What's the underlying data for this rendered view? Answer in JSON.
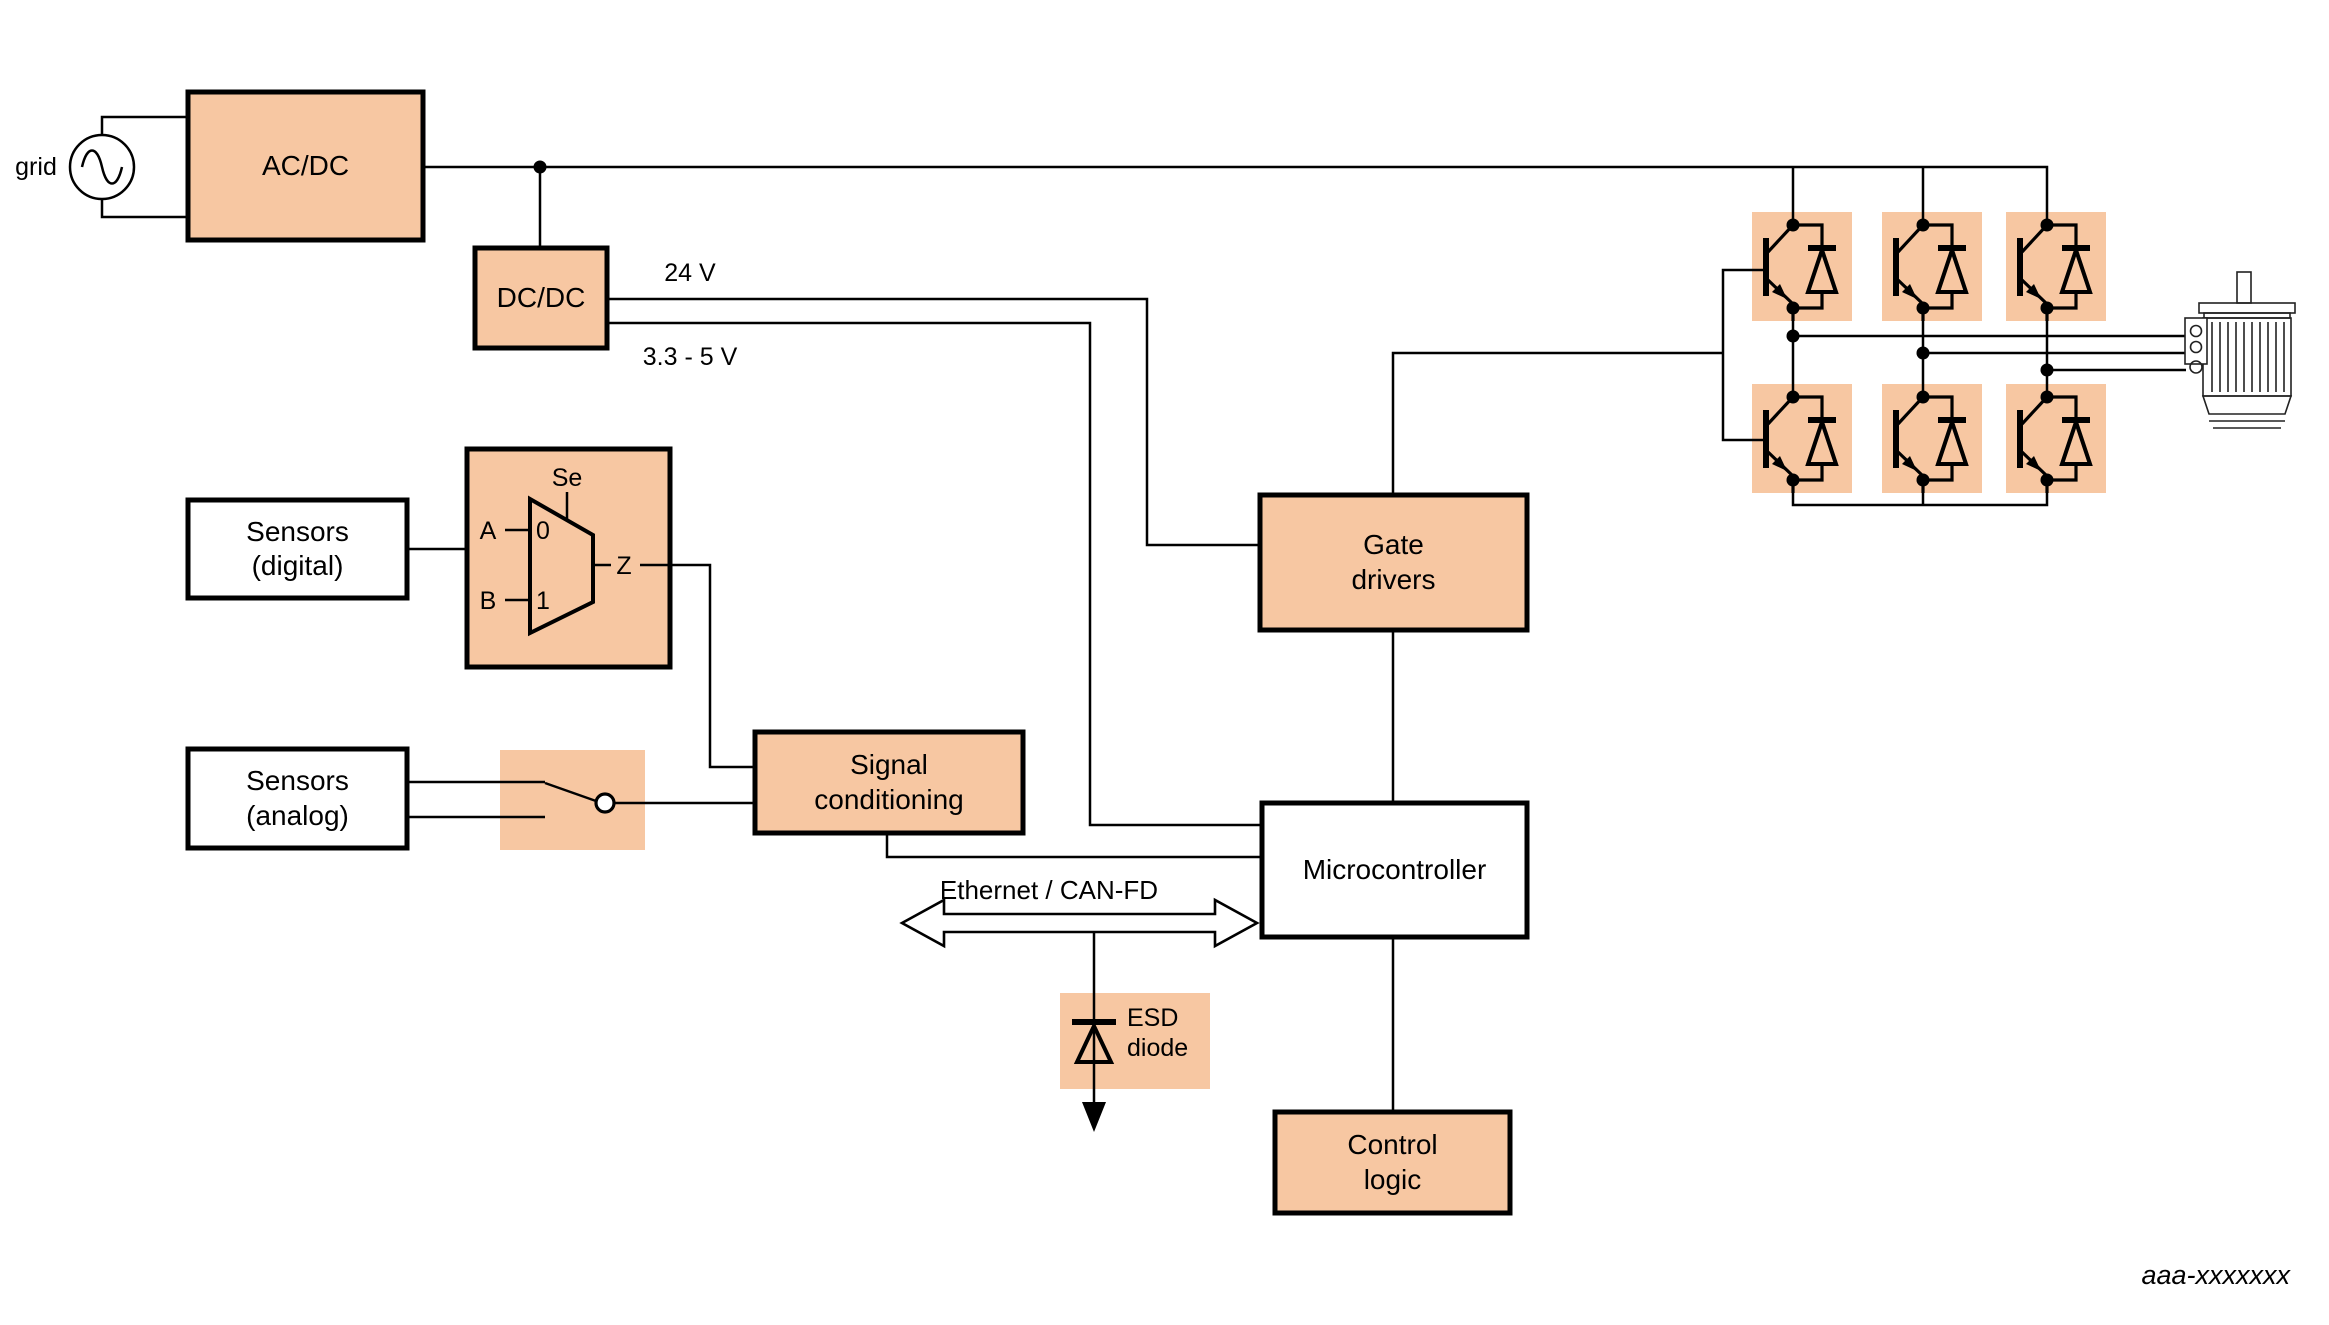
{
  "page": {
    "background": "#ffffff"
  },
  "colors": {
    "block_fill": "#f7c7a2",
    "wire": "#000000",
    "text": "#000000"
  },
  "source": {
    "label": "grid"
  },
  "blocks": {
    "acdc": {
      "label": "AC/DC"
    },
    "dcdc": {
      "label": "DC/DC"
    },
    "sensors_digital": {
      "label": "Sensors\n(digital)"
    },
    "sensors_analog": {
      "label": "Sensors\n(analog)"
    },
    "signal_conditioning": {
      "label": "Signal\nconditioning"
    },
    "gate_drivers": {
      "label": "Gate\ndrivers"
    },
    "microcontroller": {
      "label": "Microcontroller"
    },
    "control_logic": {
      "label": "Control\nlogic"
    },
    "esd_diode": {
      "label": "ESD\ndiode"
    }
  },
  "mux": {
    "select": "Se",
    "input_a": "A",
    "pin_0": "0",
    "input_b": "B",
    "pin_1": "1",
    "output": "Z"
  },
  "wire_labels": {
    "rail_24v": "24 V",
    "rail_3v3_5v": "3.3 - 5 V",
    "comm_bus": "Ethernet / CAN-FD"
  },
  "caption": "aaa-xxxxxxx"
}
